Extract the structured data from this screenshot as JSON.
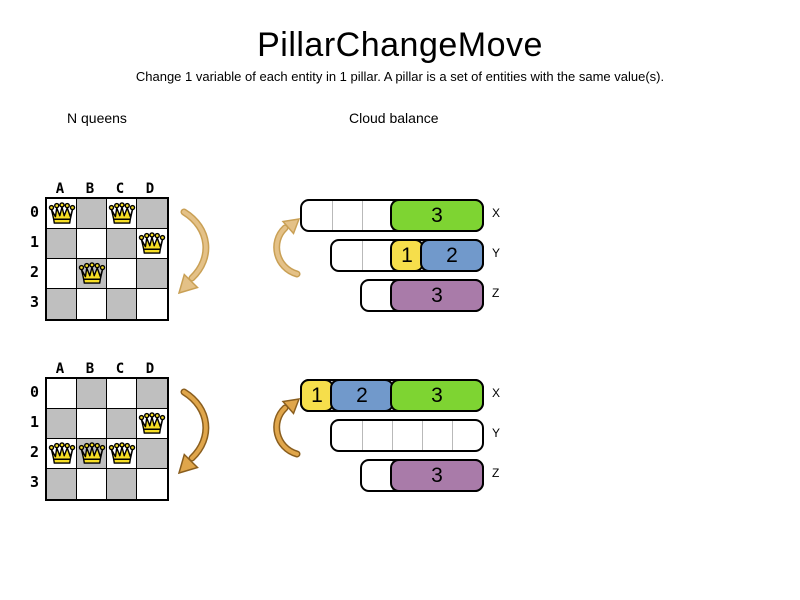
{
  "title": "PillarChangeMove",
  "subtitle": "Change 1 variable of each entity in 1 pillar. A pillar is a set of entities with the same value(s).",
  "sections": {
    "nqueens_label": "N queens",
    "cloud_label": "Cloud balance"
  },
  "boards": [
    {
      "name": "nqueens-before",
      "columns": [
        "A",
        "B",
        "C",
        "D"
      ],
      "row_labels": [
        "0",
        "1",
        "2",
        "3"
      ],
      "queens": [
        {
          "col": "A",
          "row": 0
        },
        {
          "col": "C",
          "row": 0
        },
        {
          "col": "D",
          "row": 1
        },
        {
          "col": "B",
          "row": 2
        }
      ]
    },
    {
      "name": "nqueens-after",
      "columns": [
        "A",
        "B",
        "C",
        "D"
      ],
      "row_labels": [
        "0",
        "1",
        "2",
        "3"
      ],
      "queens": [
        {
          "col": "D",
          "row": 1
        },
        {
          "col": "A",
          "row": 2
        },
        {
          "col": "B",
          "row": 2
        },
        {
          "col": "C",
          "row": 2
        }
      ]
    }
  ],
  "cloud": {
    "groups": [
      {
        "name": "cloud-before",
        "bars": [
          {
            "label": "X",
            "cells": 6,
            "blocks": [
              {
                "value": "3",
                "start": 3,
                "size": 3,
                "color": "green"
              }
            ]
          },
          {
            "label": "Y",
            "cells": 5,
            "blocks": [
              {
                "value": "1",
                "start": 2,
                "size": 1,
                "color": "yellow"
              },
              {
                "value": "2",
                "start": 3,
                "size": 2,
                "color": "blue"
              }
            ]
          },
          {
            "label": "Z",
            "cells": 4,
            "blocks": [
              {
                "value": "3",
                "start": 1,
                "size": 3,
                "color": "purple"
              }
            ]
          }
        ]
      },
      {
        "name": "cloud-after",
        "bars": [
          {
            "label": "X",
            "cells": 6,
            "blocks": [
              {
                "value": "1",
                "start": 0,
                "size": 1,
                "color": "yellow"
              },
              {
                "value": "2",
                "start": 1,
                "size": 2,
                "color": "blue"
              },
              {
                "value": "3",
                "start": 3,
                "size": 3,
                "color": "green"
              }
            ]
          },
          {
            "label": "Y",
            "cells": 5,
            "blocks": []
          },
          {
            "label": "Z",
            "cells": 4,
            "blocks": [
              {
                "value": "3",
                "start": 1,
                "size": 3,
                "color": "purple"
              }
            ]
          }
        ]
      }
    ]
  },
  "colors": {
    "block_green": "#7ed432",
    "block_yellow": "#f6de4b",
    "block_blue": "#7199cb",
    "block_purple": "#a97ba9",
    "board_gray": "#bfbfbf",
    "queen_gold": "#f6de25",
    "arrow_light": "#e4c187",
    "arrow_light_edge": "#c9a055",
    "arrow_dark": "#e0a64b",
    "arrow_dark_edge": "#8a5e1e"
  }
}
